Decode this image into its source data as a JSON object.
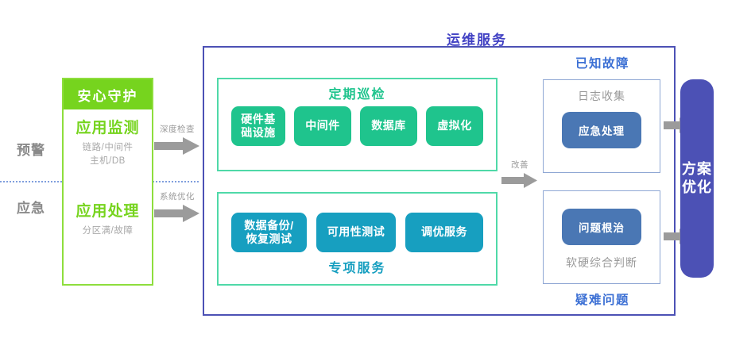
{
  "diagram": {
    "main_title": "运维服务",
    "stages": [
      {
        "label": "预警"
      },
      {
        "label": "应急"
      }
    ],
    "left_card": {
      "header": "安心守护",
      "rows": [
        {
          "title": "应用监测",
          "subtitle": "链路/中间件\n主机/DB"
        },
        {
          "title": "应用处理",
          "subtitle": "分区满/故障"
        }
      ]
    },
    "arrows": [
      {
        "caption": "深度检查"
      },
      {
        "caption": "系统优化"
      },
      {
        "caption": "改善"
      },
      {
        "caption": ""
      },
      {
        "caption": ""
      }
    ],
    "panels": [
      {
        "title": "定期巡检",
        "title_position": "top",
        "accent": "#1FC48D",
        "items": [
          "硬件基\n础设施",
          "中间件",
          "数据库",
          "虚拟化"
        ]
      },
      {
        "title": "专项服务",
        "title_position": "bottom",
        "accent": "#179FC0",
        "items": [
          "数据备份/\n恢复测试",
          "可用性测试",
          "调优服务"
        ]
      }
    ],
    "fault_groups": [
      {
        "caption": "已知故障",
        "caption_position": "top",
        "inner_label": "日志收集",
        "inner_label_position": "top",
        "pill": "应急处理"
      },
      {
        "caption": "疑难问题",
        "caption_position": "bottom",
        "inner_label": "软硬综合判断",
        "inner_label_position": "bottom",
        "pill": "问题根治"
      }
    ],
    "result_bar": {
      "label": "方案\n优化",
      "chars": "方案优化"
    },
    "colors": {
      "bright_green": "#76D41E",
      "teal_green": "#1FC48D",
      "cyan_blue": "#179FC0",
      "steel_blue": "#4A77B4",
      "indigo": "#4C51B5",
      "arrow_grey": "#9B9B9B",
      "caption_blue": "#3B6FD4"
    }
  }
}
